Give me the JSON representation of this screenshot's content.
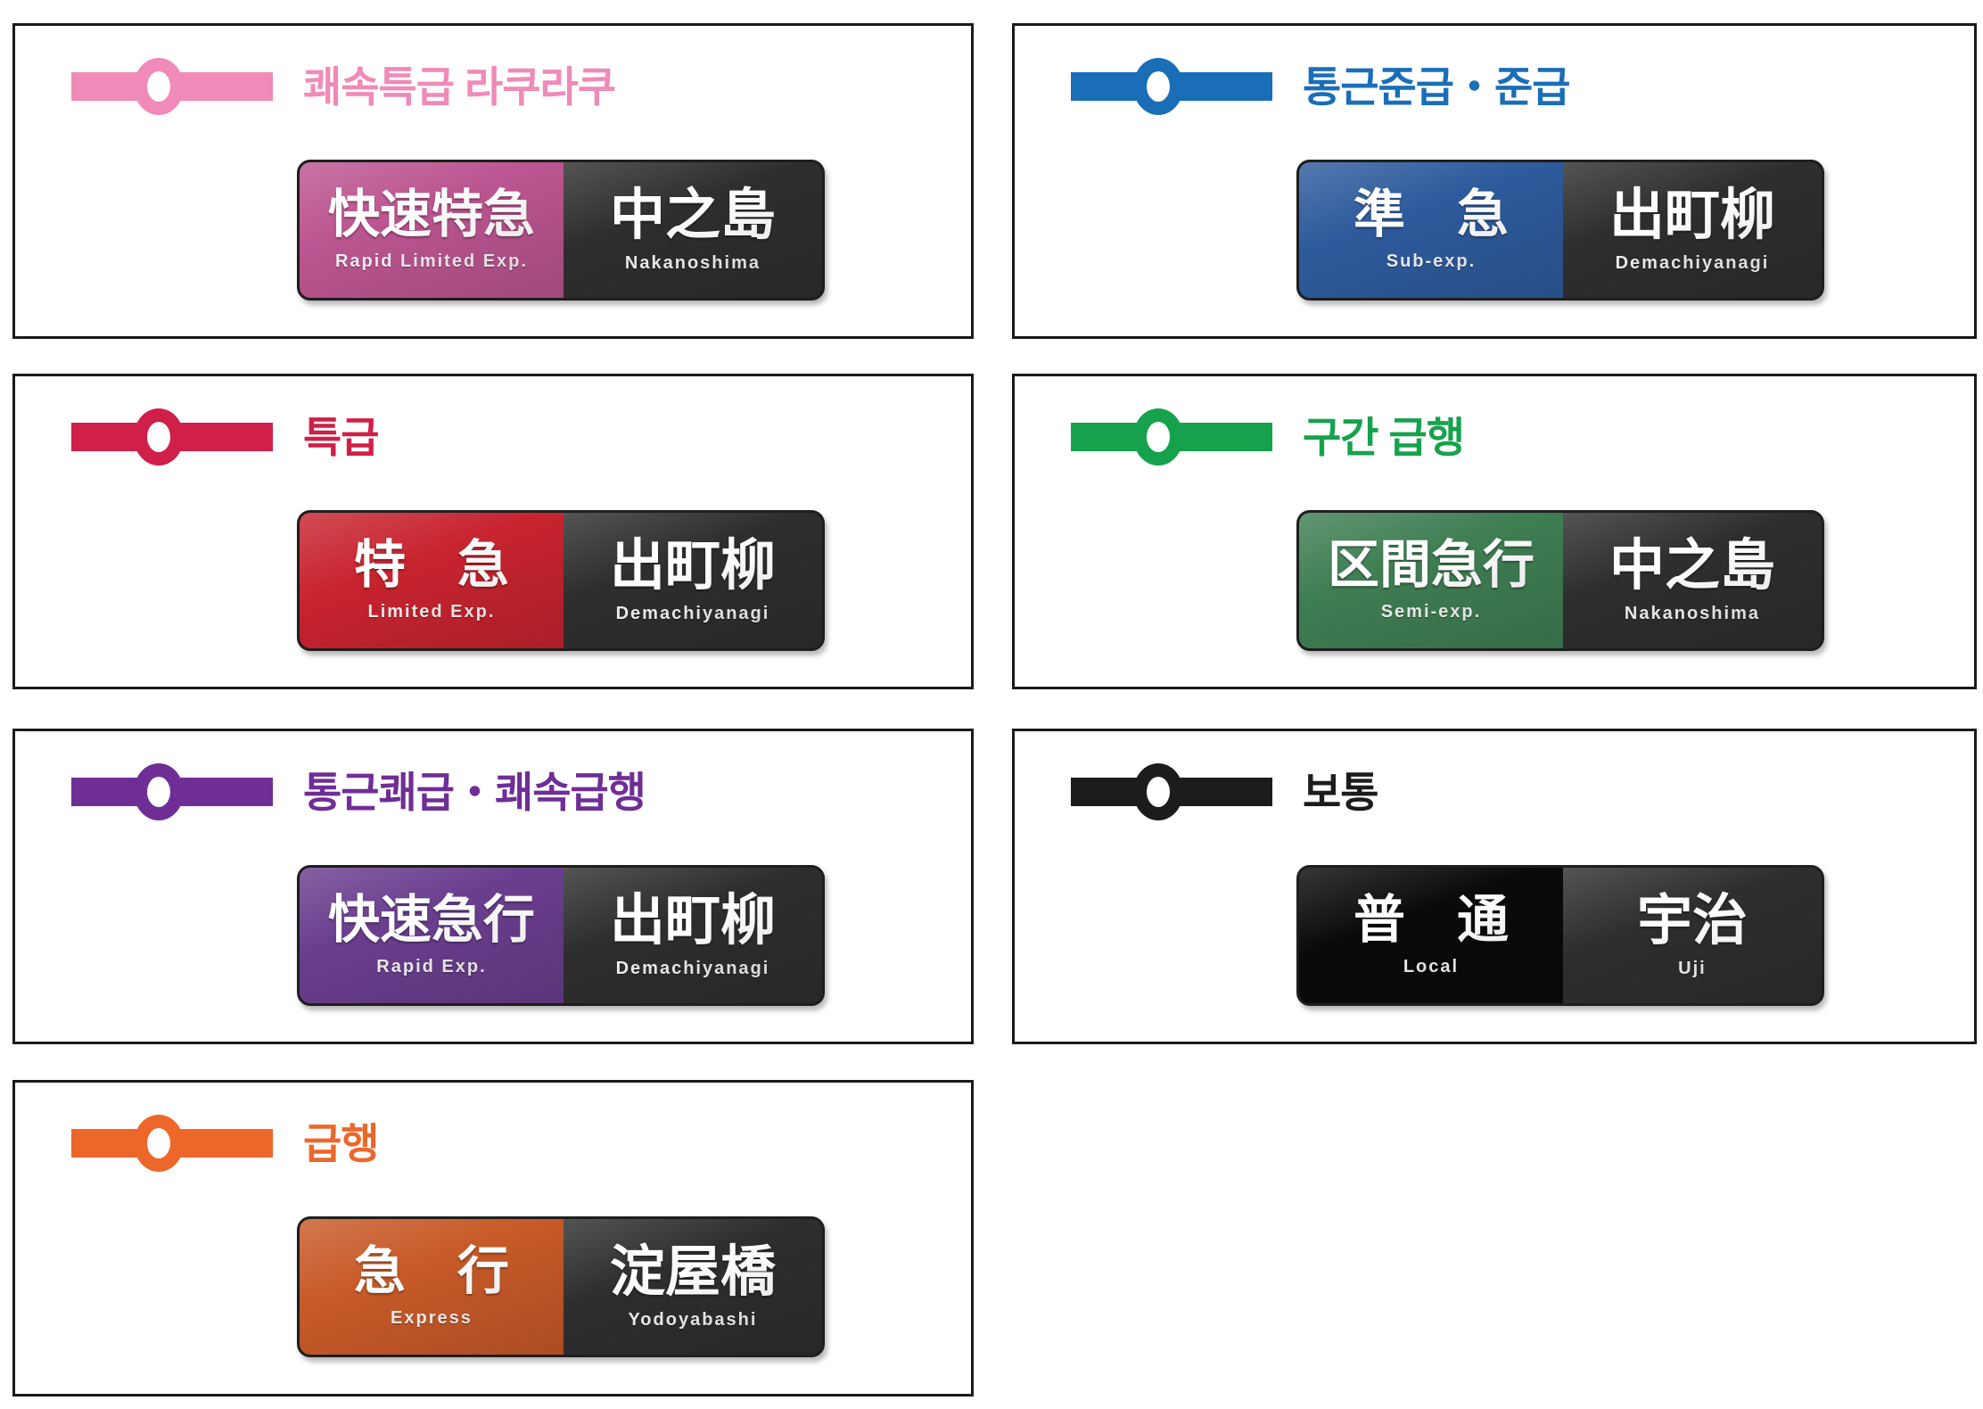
{
  "page": {
    "background": "#ffffff",
    "box_border_color": "#1a1a1a",
    "destination_panel_color": "#2e2e2e"
  },
  "legend_items": [
    {
      "label": "쾌속특급 라쿠라쿠",
      "line_color": "#f08ab8",
      "sign": {
        "type_ja": "快速特急",
        "type_en": "Rapid Limited Exp.",
        "type_bg": "#bc5591",
        "dest_ja": "中之島",
        "dest_en": "Nakanoshima",
        "dest_bg": "#2e2e2e"
      }
    },
    {
      "label": "통근준급・준급",
      "line_color": "#1a6eb8",
      "sign": {
        "type_ja": "準　急",
        "type_en": "Sub-exp.",
        "type_bg": "#2e5b9d",
        "dest_ja": "出町柳",
        "dest_en": "Demachiyanagi",
        "dest_bg": "#2e2e2e"
      }
    },
    {
      "label": "특급",
      "line_color": "#d01f48",
      "sign": {
        "type_ja": "特　急",
        "type_en": "Limited Exp.",
        "type_bg": "#c8242f",
        "dest_ja": "出町柳",
        "dest_en": "Demachiyanagi",
        "dest_bg": "#2e2e2e"
      }
    },
    {
      "label": "구간 급행",
      "line_color": "#16a24d",
      "sign": {
        "type_ja": "区間急行",
        "type_en": "Semi-exp.",
        "type_bg": "#3f7e53",
        "dest_ja": "中之島",
        "dest_en": "Nakanoshima",
        "dest_bg": "#2e2e2e"
      }
    },
    {
      "label": "통근쾌급・쾌속급행",
      "line_color": "#6f2e96",
      "sign": {
        "type_ja": "快速急行",
        "type_en": "Rapid Exp.",
        "type_bg": "#6a3e8e",
        "dest_ja": "出町柳",
        "dest_en": "Demachiyanagi",
        "dest_bg": "#2e2e2e"
      }
    },
    {
      "label": "보통",
      "line_color": "#1c1c1c",
      "sign": {
        "type_ja": "普　通",
        "type_en": "Local",
        "type_bg": "#0a0a0a",
        "dest_ja": "宇治",
        "dest_en": "Uji",
        "dest_bg": "#2e2e2e"
      }
    },
    {
      "label": "급행",
      "line_color": "#ed672a",
      "sign": {
        "type_ja": "急　行",
        "type_en": "Express",
        "type_bg": "#c85a28",
        "dest_ja": "淀屋橋",
        "dest_en": "Yodoyabashi",
        "dest_bg": "#2e2e2e"
      }
    }
  ]
}
